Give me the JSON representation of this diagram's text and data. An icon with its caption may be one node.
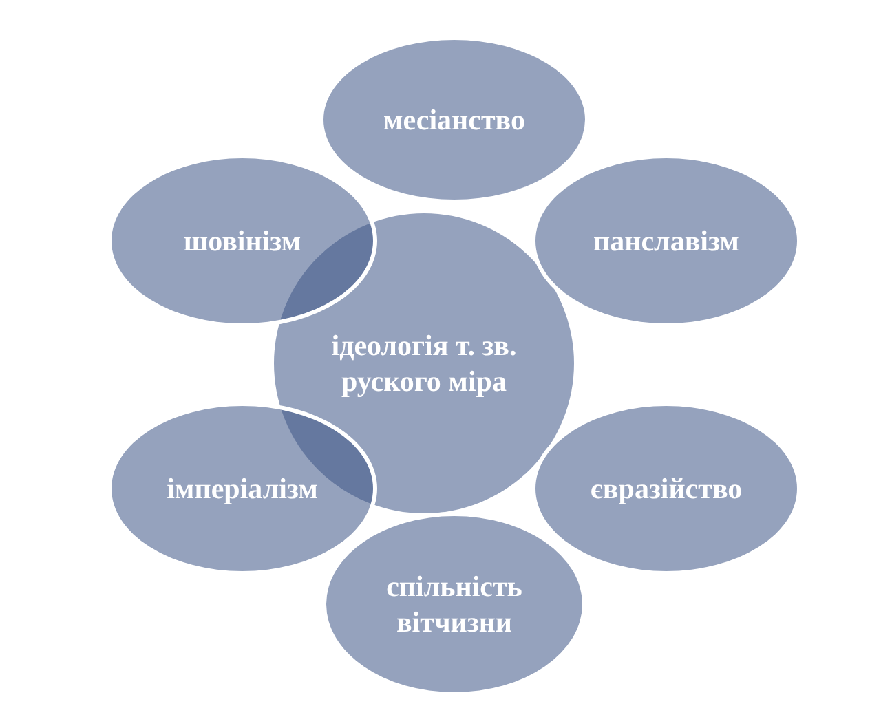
{
  "diagram": {
    "nodes": [
      {
        "text": [
          "месіанство"
        ]
      },
      {
        "text": [
          "шовінізм"
        ]
      },
      {
        "text": [
          "панславізм"
        ]
      },
      {
        "text": [
          "ідеологія т. зв. руского міра"
        ]
      },
      {
        "text": [
          "імперіалізм"
        ]
      },
      {
        "text": [
          "євразійство"
        ]
      },
      {
        "text": [
          "спільність вітчизни"
        ]
      }
    ]
  }
}
